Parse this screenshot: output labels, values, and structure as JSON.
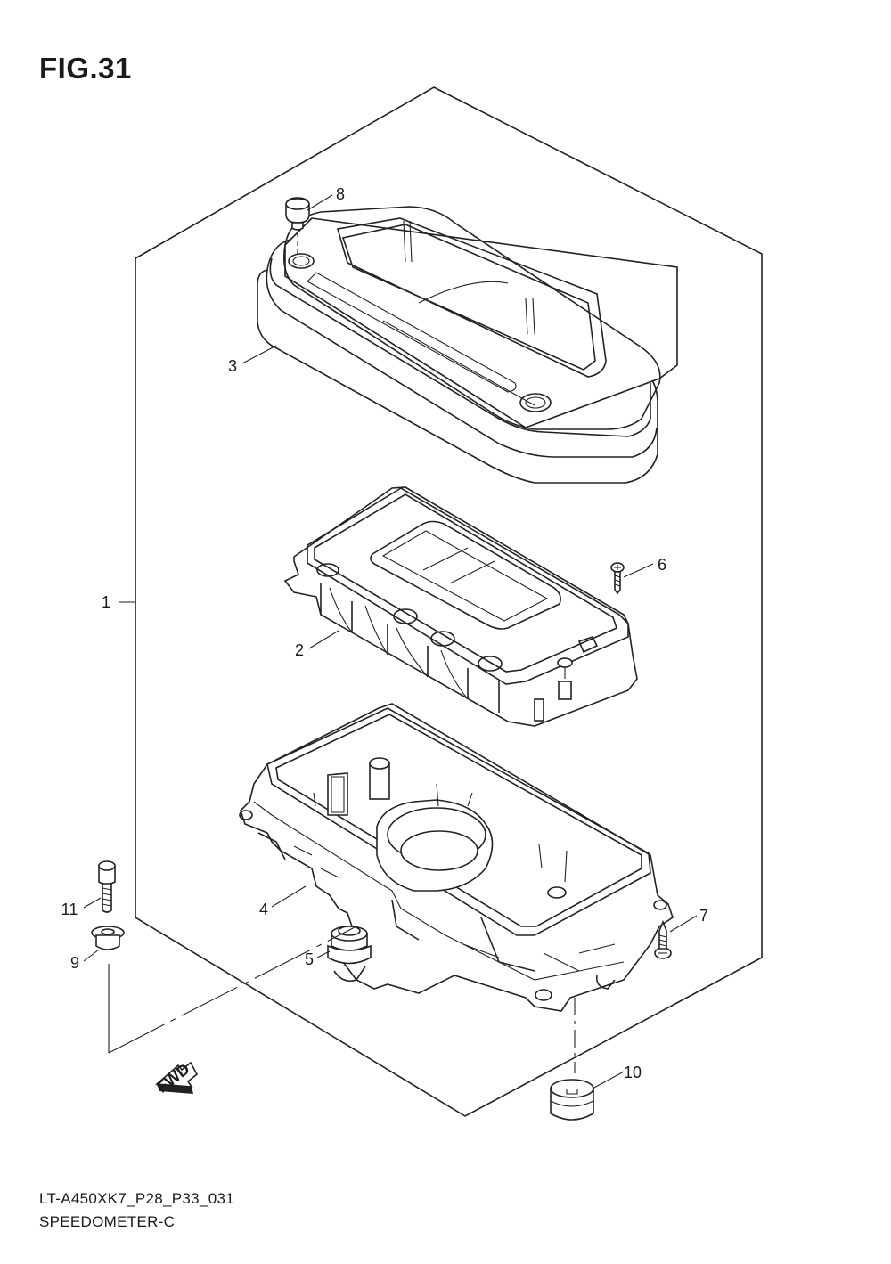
{
  "figure": {
    "title": "FIG.31",
    "model_code": "LT-A450XK7_P28_P33_031",
    "subtitle": "SPEEDOMETER-C",
    "fwd_label": "FWD"
  },
  "callouts": [
    {
      "id": "1",
      "label": "1"
    },
    {
      "id": "2",
      "label": "2"
    },
    {
      "id": "3",
      "label": "3"
    },
    {
      "id": "4",
      "label": "4"
    },
    {
      "id": "5",
      "label": "5"
    },
    {
      "id": "6",
      "label": "6"
    },
    {
      "id": "7",
      "label": "7"
    },
    {
      "id": "8",
      "label": "8"
    },
    {
      "id": "9",
      "label": "9"
    },
    {
      "id": "10",
      "label": "10"
    },
    {
      "id": "11",
      "label": "11"
    }
  ]
}
